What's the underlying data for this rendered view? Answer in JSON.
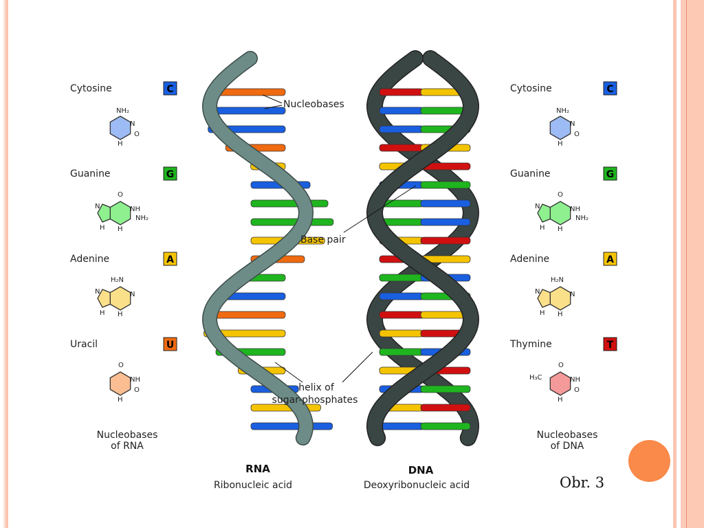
{
  "colors": {
    "cytosine": "#1a5fe0",
    "guanine": "#1fb51f",
    "adenine": "#f5c400",
    "uracil": "#f06a10",
    "thymine": "#d01010",
    "rna_backbone": "#6e8c87",
    "dna_backbone": "#3a4644",
    "accent": "#f98a4a"
  },
  "rna_bases": [
    {
      "name": "Cytosine",
      "letter": "C"
    },
    {
      "name": "Guanine",
      "letter": "G"
    },
    {
      "name": "Adenine",
      "letter": "A"
    },
    {
      "name": "Uracil",
      "letter": "U"
    }
  ],
  "dna_bases": [
    {
      "name": "Cytosine",
      "letter": "C"
    },
    {
      "name": "Guanine",
      "letter": "G"
    },
    {
      "name": "Adenine",
      "letter": "A"
    },
    {
      "name": "Thymine",
      "letter": "T"
    }
  ],
  "atoms": {
    "nh2": "NH₂",
    "n": "N",
    "h": "H",
    "o": "O",
    "nh": "NH",
    "h2n": "H₂N",
    "h3c": "H₃C"
  },
  "captions": {
    "rna_line1": "Nucleobases",
    "rna_line2": "of RNA",
    "dna_line1": "Nucleobases",
    "dna_line2": "of DNA"
  },
  "annotations": {
    "nucleobases": "Nucleobases",
    "base_pair": "Base pair",
    "helix1": "helix of",
    "helix2": "sugar-phosphates"
  },
  "rna": {
    "title": "RNA",
    "subtitle": "Ribonucleic acid"
  },
  "dna": {
    "title": "DNA",
    "subtitle": "Deoxyribonucleic acid"
  },
  "figure_label": "Obr. 3"
}
